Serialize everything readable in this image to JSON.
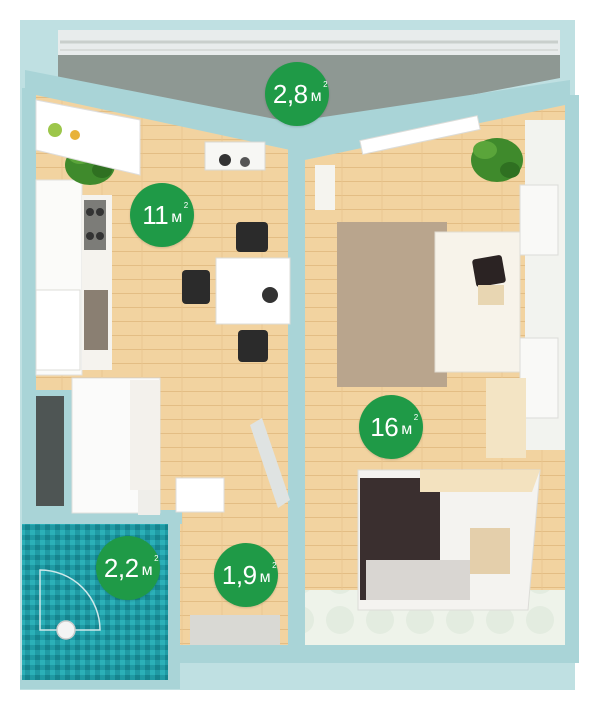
{
  "colors": {
    "badge": "#1f9a47",
    "wall": "#a8d3d6",
    "floor_wood": "#f0cf9a",
    "bath_tile": "#1e9aa3",
    "balcony_floor": "#8f9a95",
    "rug": "#b7a48e"
  },
  "rooms": [
    {
      "id": "balcony",
      "area": "2,8",
      "unit": "м",
      "power": "2"
    },
    {
      "id": "kitchen",
      "area": "11",
      "unit": "м",
      "power": "2"
    },
    {
      "id": "living",
      "area": "16",
      "unit": "м",
      "power": "2"
    },
    {
      "id": "bathroom",
      "area": "2,2",
      "unit": "м",
      "power": "2"
    },
    {
      "id": "hallway",
      "area": "1,9",
      "unit": "м",
      "power": "2"
    }
  ]
}
